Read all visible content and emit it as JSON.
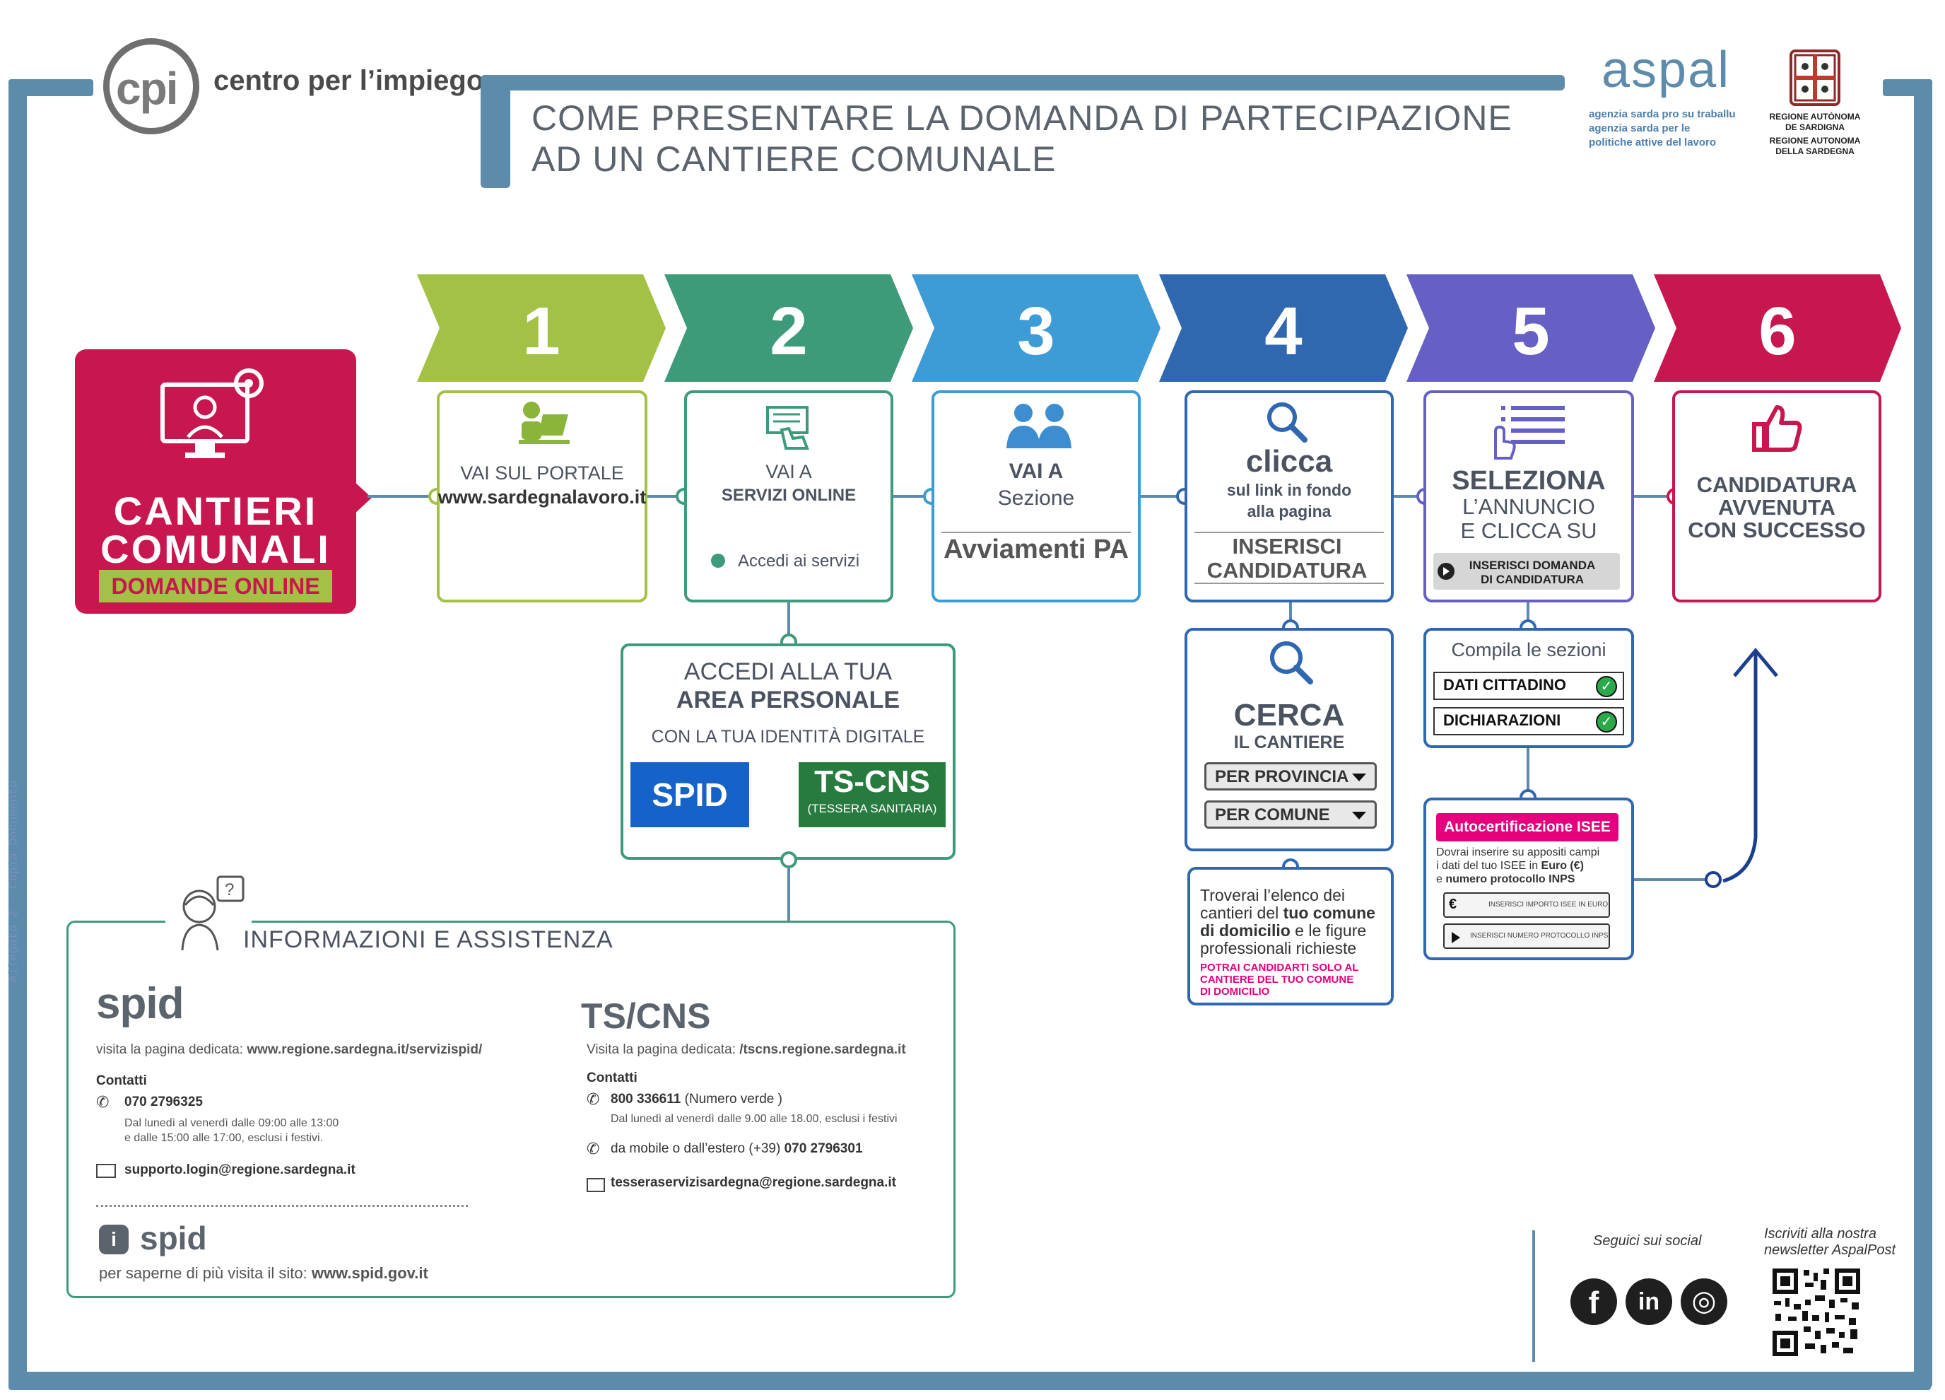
{
  "header": {
    "logo_left_text": "cpi",
    "logo_left_label": "centro per l’impiego",
    "title_line1": "COME PRESENTARE LA DOMANDA DI PARTECIPAZIONE",
    "title_line2": "AD UN CANTIERE COMUNALE",
    "aspal_logo": "aspal",
    "aspal_sub1": "agenzia sarda pro su traballu",
    "aspal_sub2": "agenzia sarda per le",
    "aspal_sub3": "politiche attive del lavoro",
    "ras_line1": "REGIONE AUTÒNOMA",
    "ras_line2": "DE SARDIGNA",
    "ras_line3": "REGIONE AUTONOMA",
    "ras_line4": "DELLA SARDEGNA"
  },
  "side_stamp": "Allegato 2 - Copia Documento",
  "hero": {
    "line1": "CANTIERI",
    "line2": "COMUNALI",
    "badge": "DOMANDE ONLINE",
    "icon": "computer-worker-gear-icon",
    "color": "#c8174e"
  },
  "steps": [
    {
      "num": "1",
      "color": "#a3c144"
    },
    {
      "num": "2",
      "color": "#3e9b79"
    },
    {
      "num": "3",
      "color": "#3d9bd6"
    },
    {
      "num": "4",
      "color": "#2f67b0"
    },
    {
      "num": "5",
      "color": "#6660c4"
    },
    {
      "num": "6",
      "color": "#c8174e"
    }
  ],
  "box1": {
    "l1": "VAI SUL PORTALE",
    "l2": "www.sardegnalavoro.it",
    "icon": "person-laptop-icon"
  },
  "box2": {
    "l1": "VAI A",
    "l2": "SERVIZI ONLINE",
    "l3": "Accedi ai servizi",
    "icon": "hand-form-icon"
  },
  "box3": {
    "l1": "VAI A",
    "l2": "Sezione",
    "l3": "Avviamenti PA",
    "icon": "people-icon"
  },
  "box4": {
    "l1": "clicca",
    "l2": "sul link in fondo",
    "l3": "alla pagina",
    "l4": "INSERISCI",
    "l5": "CANDIDATURA",
    "icon": "search-icon"
  },
  "box5": {
    "l1": "SELEZIONA",
    "l2": "L’ANNUNCIO",
    "l3": "E CLICCA SU",
    "l4": "INSERISCI DOMANDA",
    "l5": "DI CANDIDATURA",
    "icon": "list-click-icon"
  },
  "box6": {
    "l1": "CANDIDATURA",
    "l2": "AVVENUTA",
    "l3": "CON SUCCESSO",
    "icon": "thumbs-up-icon"
  },
  "area": {
    "l1": "ACCEDI ALLA TUA",
    "l2": "AREA PERSONALE",
    "l3": "CON LA TUA IDENTITÀ DIGITALE",
    "spid": "SPID",
    "tscns": "TS-CNS",
    "tscns_sub": "(TESSERA SANITARIA)"
  },
  "cerca": {
    "l1": "CERCA",
    "l2": "IL CANTIERE",
    "drop1": "PER PROVINCIA",
    "drop2": "PER COMUNE",
    "icon": "search-icon"
  },
  "elenco": {
    "t1": "Troverai l’elenco dei",
    "t2a": "cantieri del ",
    "t2b": "tuo comune",
    "t3a": "di domicilio",
    "t3b": " e le figure",
    "t4": "professionali richieste",
    "w1": "POTRAI CANDIDARTI SOLO AL",
    "w2": "CANTIERE DEL TUO COMUNE",
    "w3": "DI DOMICILIO"
  },
  "sezioni": {
    "title": "Compila le sezioni",
    "s1": "DATI CITTADINO",
    "s2": "DICHIARAZIONI"
  },
  "isee": {
    "badge": "Autocertificazione ISEE",
    "t1": "Dovrai inserire su appositi campi",
    "t2a": "i dati del tuo ISEE in ",
    "t2b": "Euro (€)",
    "t3a": "e ",
    "t3b": "numero protocollo INPS",
    "f1": "INSERISCI IMPORTO ISEE IN EURO",
    "f2": "INSERISCI NUMERO PROTOCOLLO INPS",
    "euro": "€"
  },
  "info": {
    "title": "INFORMAZIONI E ASSISTENZA",
    "spid_logo": "spid",
    "spid_visit": "visita la pagina dedicata: ",
    "spid_url": "www.regione.sardegna.it/servizispid/",
    "contatti": "Contatti",
    "spid_phone": "070 2796325",
    "spid_hours1": "Dal lunedì al venerdì dalle 09:00 alle 13:00",
    "spid_hours2": "e dalle 15:00 alle 17:00, esclusi i festivi.",
    "spid_mail": "supporto.login@regione.sardegna.it",
    "spid_more": "per saperne di più visita il sito: ",
    "spid_more_url": "www.spid.gov.it",
    "ts_logo": "TS/CNS",
    "ts_visit": "Visita la pagina dedicata: ",
    "ts_url": "/tscns.regione.sardegna.it",
    "ts_contatti": "Contatti",
    "ts_phone": "800 336611",
    "ts_phone_note": " (Numero verde )",
    "ts_hours": "Dal lunedì al venerdì dalle 9.00 alle 18.00, esclusi i festivi",
    "ts_mobile_a": "da mobile o dall’estero (+39) ",
    "ts_mobile_b": "070 2796301",
    "ts_mail": "tesseraservizisardegna@regione.sardegna.it"
  },
  "social": {
    "label": "Seguici sui social",
    "newsletter1": "Iscriviti alla nostra",
    "newsletter2": "newsletter AspalPost",
    "fb": "f",
    "li": "in",
    "ig": "◎"
  }
}
